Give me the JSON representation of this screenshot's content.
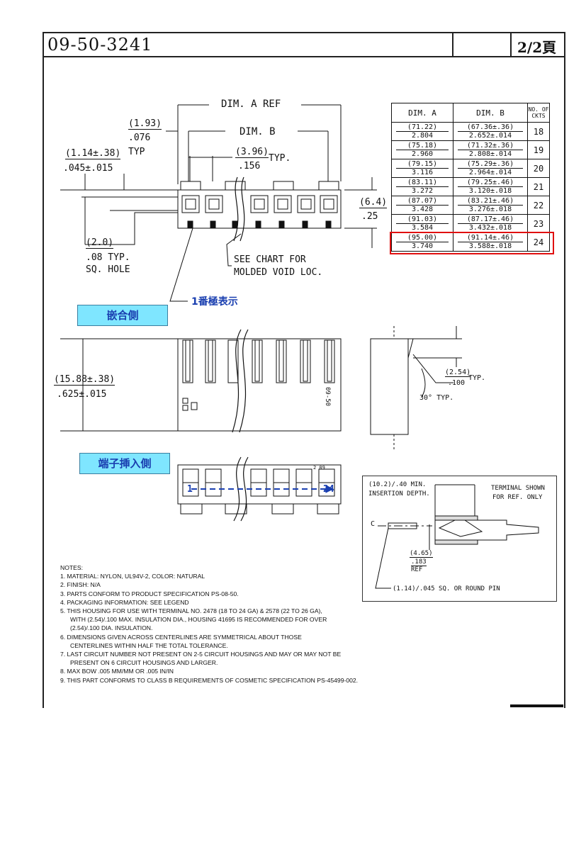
{
  "header": {
    "part_number": "09-50-3241",
    "page": "2/2頁"
  },
  "top_view": {
    "dim_a_ref": "DIM. A REF",
    "dim_b": "DIM. B",
    "dim_193_top": "(1.93)",
    "dim_193_bot": ".076",
    "dim_193_typ": "TYP",
    "dim_114_top": "(1.14±.38)",
    "dim_114_bot": ".045±.015",
    "dim_396_top": "(3.96)",
    "dim_396_bot": ".156",
    "dim_396_typ": "TYP.",
    "dim_64_top": "(6.4)",
    "dim_64_bot": ".25",
    "dim_20_top": "(2.0)",
    "dim_20_bot": ".08 TYP.",
    "sq_hole": "SQ. HOLE",
    "chart_note_1": "SEE CHART FOR",
    "chart_note_2": "MOLDED VOID LOC.",
    "pin1_label": "1番極表示"
  },
  "labels": {
    "mating_side": "嵌合側",
    "terminal_side": "端子挿入側"
  },
  "side_view": {
    "dim_1588_top": "(15.88±.38)",
    "dim_1588_bot": ".625±.015",
    "dim_254_top": "(2.54)",
    "dim_254_bot": ".100",
    "dim_254_typ": "TYP.",
    "angle": "30° TYP.",
    "mark": "09-50"
  },
  "end_view": {
    "pin_first": "1",
    "pin_last": "24",
    "mark_top": "2 09"
  },
  "table": {
    "headers": [
      "DIM. A",
      "DIM. B",
      "NO. OF CKTS"
    ],
    "rows": [
      {
        "a_mm": "(71.22)",
        "a_in": "2.804",
        "b_mm": "(67.36±.36)",
        "b_in": "2.652±.014",
        "ckts": "18"
      },
      {
        "a_mm": "(75.18)",
        "a_in": "2.960",
        "b_mm": "(71.32±.36)",
        "b_in": "2.808±.014",
        "ckts": "19"
      },
      {
        "a_mm": "(79.15)",
        "a_in": "3.116",
        "b_mm": "(75.29±.36)",
        "b_in": "2.964±.014",
        "ckts": "20"
      },
      {
        "a_mm": "(83.11)",
        "a_in": "3.272",
        "b_mm": "(79.25±.46)",
        "b_in": "3.120±.018",
        "ckts": "21"
      },
      {
        "a_mm": "(87.07)",
        "a_in": "3.428",
        "b_mm": "(83.21±.46)",
        "b_in": "3.276±.018",
        "ckts": "22"
      },
      {
        "a_mm": "(91.03)",
        "a_in": "3.584",
        "b_mm": "(87.17±.46)",
        "b_in": "3.432±.018",
        "ckts": "23"
      },
      {
        "a_mm": "(95.00)",
        "a_in": "3.740",
        "b_mm": "(91.14±.46)",
        "b_in": "3.588±.018",
        "ckts": "24"
      }
    ]
  },
  "inset": {
    "insertion_1": "(10.2)/.40 MIN.",
    "insertion_2": "INSERTION DEPTH.",
    "terminal_1": "TERMINAL SHOWN",
    "terminal_2": "FOR REF. ONLY",
    "cl": "C",
    "dim_465_top": "(4.65)",
    "dim_465_mid": ".183",
    "dim_465_ref": "REF",
    "pin_note": "(1.14)/.045 SQ. OR ROUND PIN"
  },
  "notes": {
    "title": "NOTES:",
    "n1": "1. MATERIAL: NYLON, UL94V-2, COLOR: NATURAL",
    "n2": "2. FINISH: N/A",
    "n3": "3. PARTS CONFORM TO PRODUCT SPECIFICATION PS-08-50.",
    "n4": "4. PACKAGING INFORMATION: SEE LEGEND",
    "n5a": "5. THIS HOUSING FOR USE WITH TERMINAL NO. 2478 (18 TO 24 GA) & 2578 (22 TO 26 GA),",
    "n5b": "WITH (2.54)/.100 MAX. INSULATION DIA., HOUSING 41695 IS RECOMMENDED FOR OVER",
    "n5c": "(2.54)/.100 DIA. INSULATION.",
    "n6a": "6. DIMENSIONS GIVEN ACROSS CENTERLINES ARE SYMMETRICAL ABOUT THOSE",
    "n6b": "CENTERLINES WITHIN HALF THE TOTAL TOLERANCE.",
    "n7a": "7. LAST CIRCUIT NUMBER NOT PRESENT ON 2-5 CIRCUIT HOUSINGS AND MAY OR MAY NOT BE",
    "n7b": "PRESENT ON 6 CIRCUIT HOUSINGS AND LARGER.",
    "n8": "8. MAX BOW .005 MM/MM OR .005 IN/IN",
    "n9": "9. THIS PART CONFORMS TO CLASS B REQUIREMENTS OF COSMETIC SPECIFICATION PS-45499-002."
  },
  "colors": {
    "highlight": "#e01010",
    "label_bg": "#7fe6ff",
    "label_text": "#1a3fb0"
  }
}
